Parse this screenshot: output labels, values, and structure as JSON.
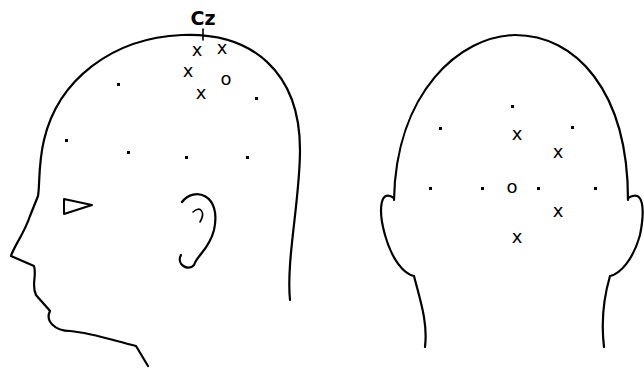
{
  "diagram": {
    "labels": [
      "Cz",
      "x",
      "x",
      "x",
      "o",
      "x",
      "x",
      "x",
      "o",
      "x",
      "x"
    ]
  }
}
